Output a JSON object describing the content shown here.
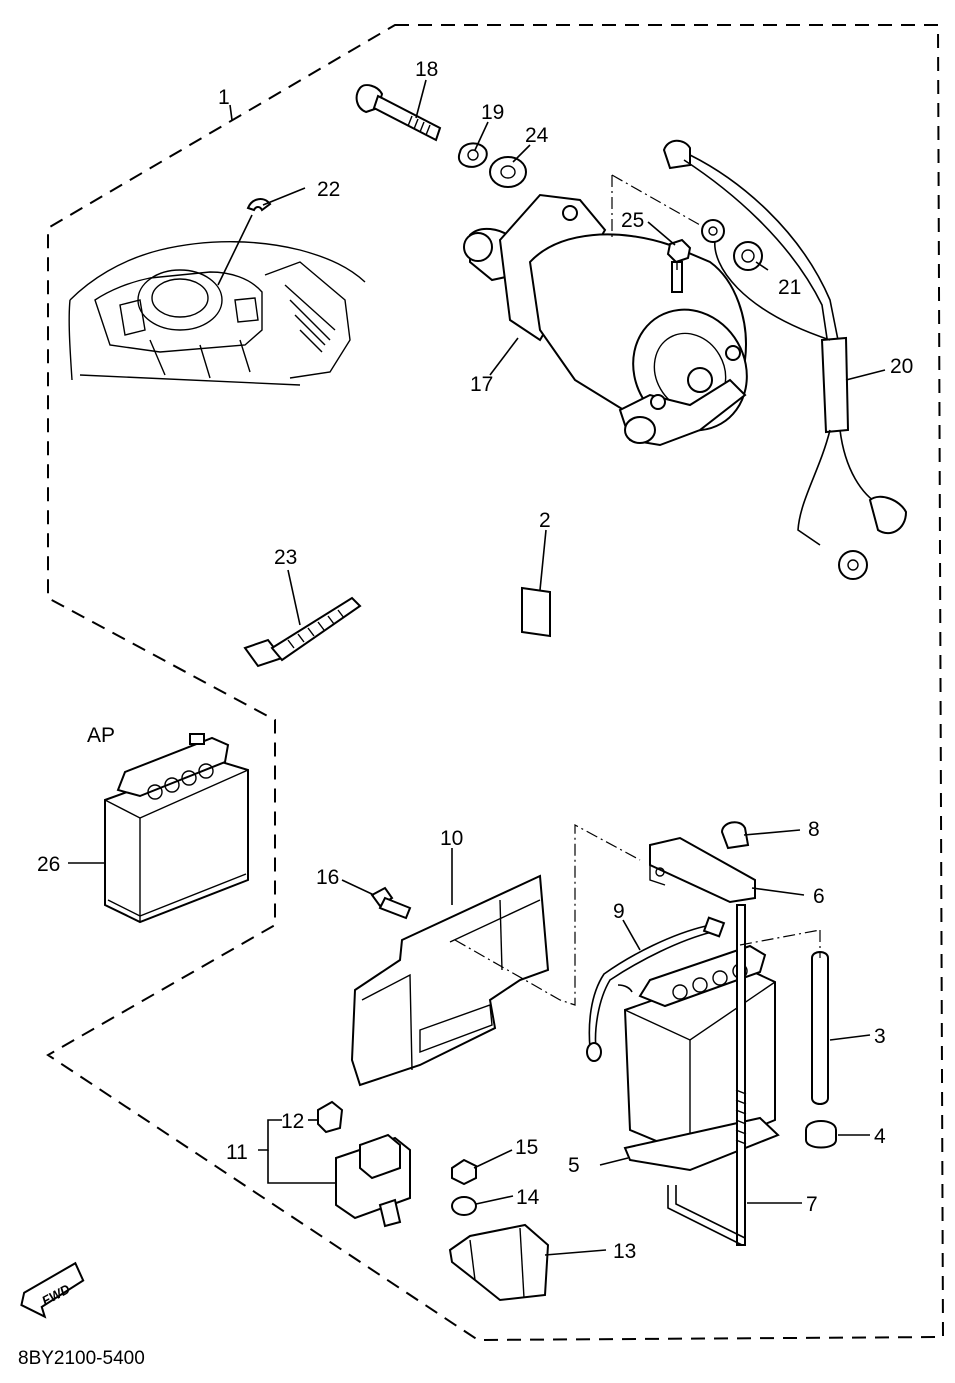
{
  "diagram": {
    "code": "8BY2100-5400",
    "fwd": "FWD",
    "ap": "AP",
    "callouts": {
      "c1": "1",
      "c2": "2",
      "c3": "3",
      "c4": "4",
      "c5": "5",
      "c6": "6",
      "c7": "7",
      "c8": "8",
      "c9": "9",
      "c10": "10",
      "c11": "11",
      "c12": "12",
      "c13": "13",
      "c14": "14",
      "c15": "15",
      "c16": "16",
      "c17": "17",
      "c18": "18",
      "c19": "19",
      "c20": "20",
      "c21": "21",
      "c22": "22",
      "c23": "23",
      "c24": "24",
      "c25": "25",
      "c26": "26"
    }
  }
}
